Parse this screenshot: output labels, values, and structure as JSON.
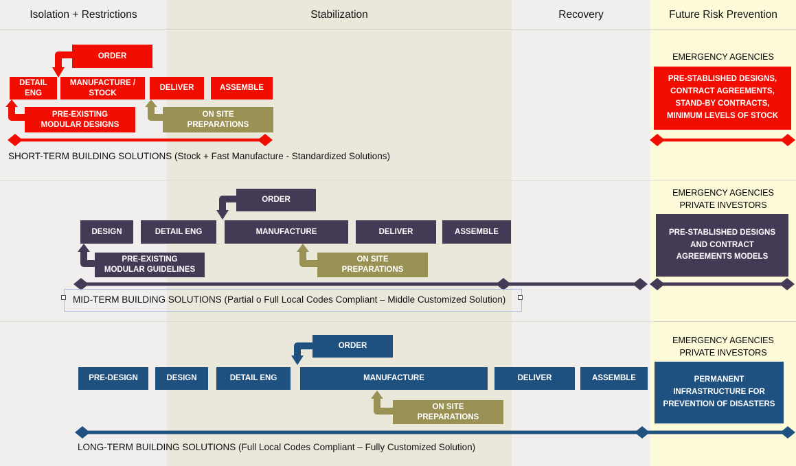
{
  "header": {
    "phases": [
      {
        "label": "Isolation + Restrictions"
      },
      {
        "label": "Stabilization"
      },
      {
        "label": "Recovery"
      },
      {
        "label": "Future Risk Prevention"
      }
    ]
  },
  "colors": {
    "short_red": "#f10d02",
    "mid_purple": "#443a55",
    "long_blue": "#1f5180",
    "onsite_olive": "#9a9154",
    "col_gray": "#f0efee",
    "col_beige": "#eae7db",
    "col_yellow": "#fdfad9",
    "selection_blue": "#a6bce0"
  },
  "rows": {
    "short": {
      "order": "ORDER",
      "detail_eng": "DETAIL\nENG",
      "manufacture": "MANUFACTURE /\nSTOCK",
      "deliver": "DELIVER",
      "assemble": "ASSEMBLE",
      "pre_existing": "PRE-EXISTING\nMODULAR DESIGNS",
      "on_site": "ON SITE\nPREPARATIONS",
      "timeline_label": "SHORT-TERM BUILDING SOLUTIONS (Stock + Fast Manufacture - Standardized Solutions)",
      "agencies": "EMERGENCY AGENCIES",
      "risk_box": "PRE-STABLISHED DESIGNS,\nCONTRACT AGREEMENTS,\nSTAND-BY CONTRACTS,\nMINIMUM LEVELS OF STOCK"
    },
    "mid": {
      "order": "ORDER",
      "design": "DESIGN",
      "detail_eng": "DETAIL ENG",
      "manufacture": "MANUFACTURE",
      "deliver": "DELIVER",
      "assemble": "ASSEMBLE",
      "pre_existing": "PRE-EXISTING\nMODULAR GUIDELINES",
      "on_site": "ON SITE\nPREPARATIONS",
      "timeline_label": "MID-TERM BUILDING SOLUTIONS (Partial o Full Local Codes Compliant – Middle Customized Solution)",
      "agencies": "EMERGENCY AGENCIES\nPRIVATE INVESTORS",
      "risk_box": "PRE-STABLISHED DESIGNS\nAND CONTRACT\nAGREEMENTS MODELS"
    },
    "long": {
      "order": "ORDER",
      "pre_design": "PRE-DESIGN",
      "design": "DESIGN",
      "detail_eng": "DETAIL ENG",
      "manufacture": "MANUFACTURE",
      "deliver": "DELIVER",
      "assemble": "ASSEMBLE",
      "on_site": "ON SITE\nPREPARATIONS",
      "timeline_label": "LONG-TERM BUILDING SOLUTIONS (Full Local Codes Compliant – Fully Customized Solution)",
      "agencies": "EMERGENCY AGENCIES\nPRIVATE INVESTORS",
      "risk_box": "PERMANENT\nINFRASTRUCTURE FOR\nPREVENTION OF DISASTERS"
    }
  }
}
